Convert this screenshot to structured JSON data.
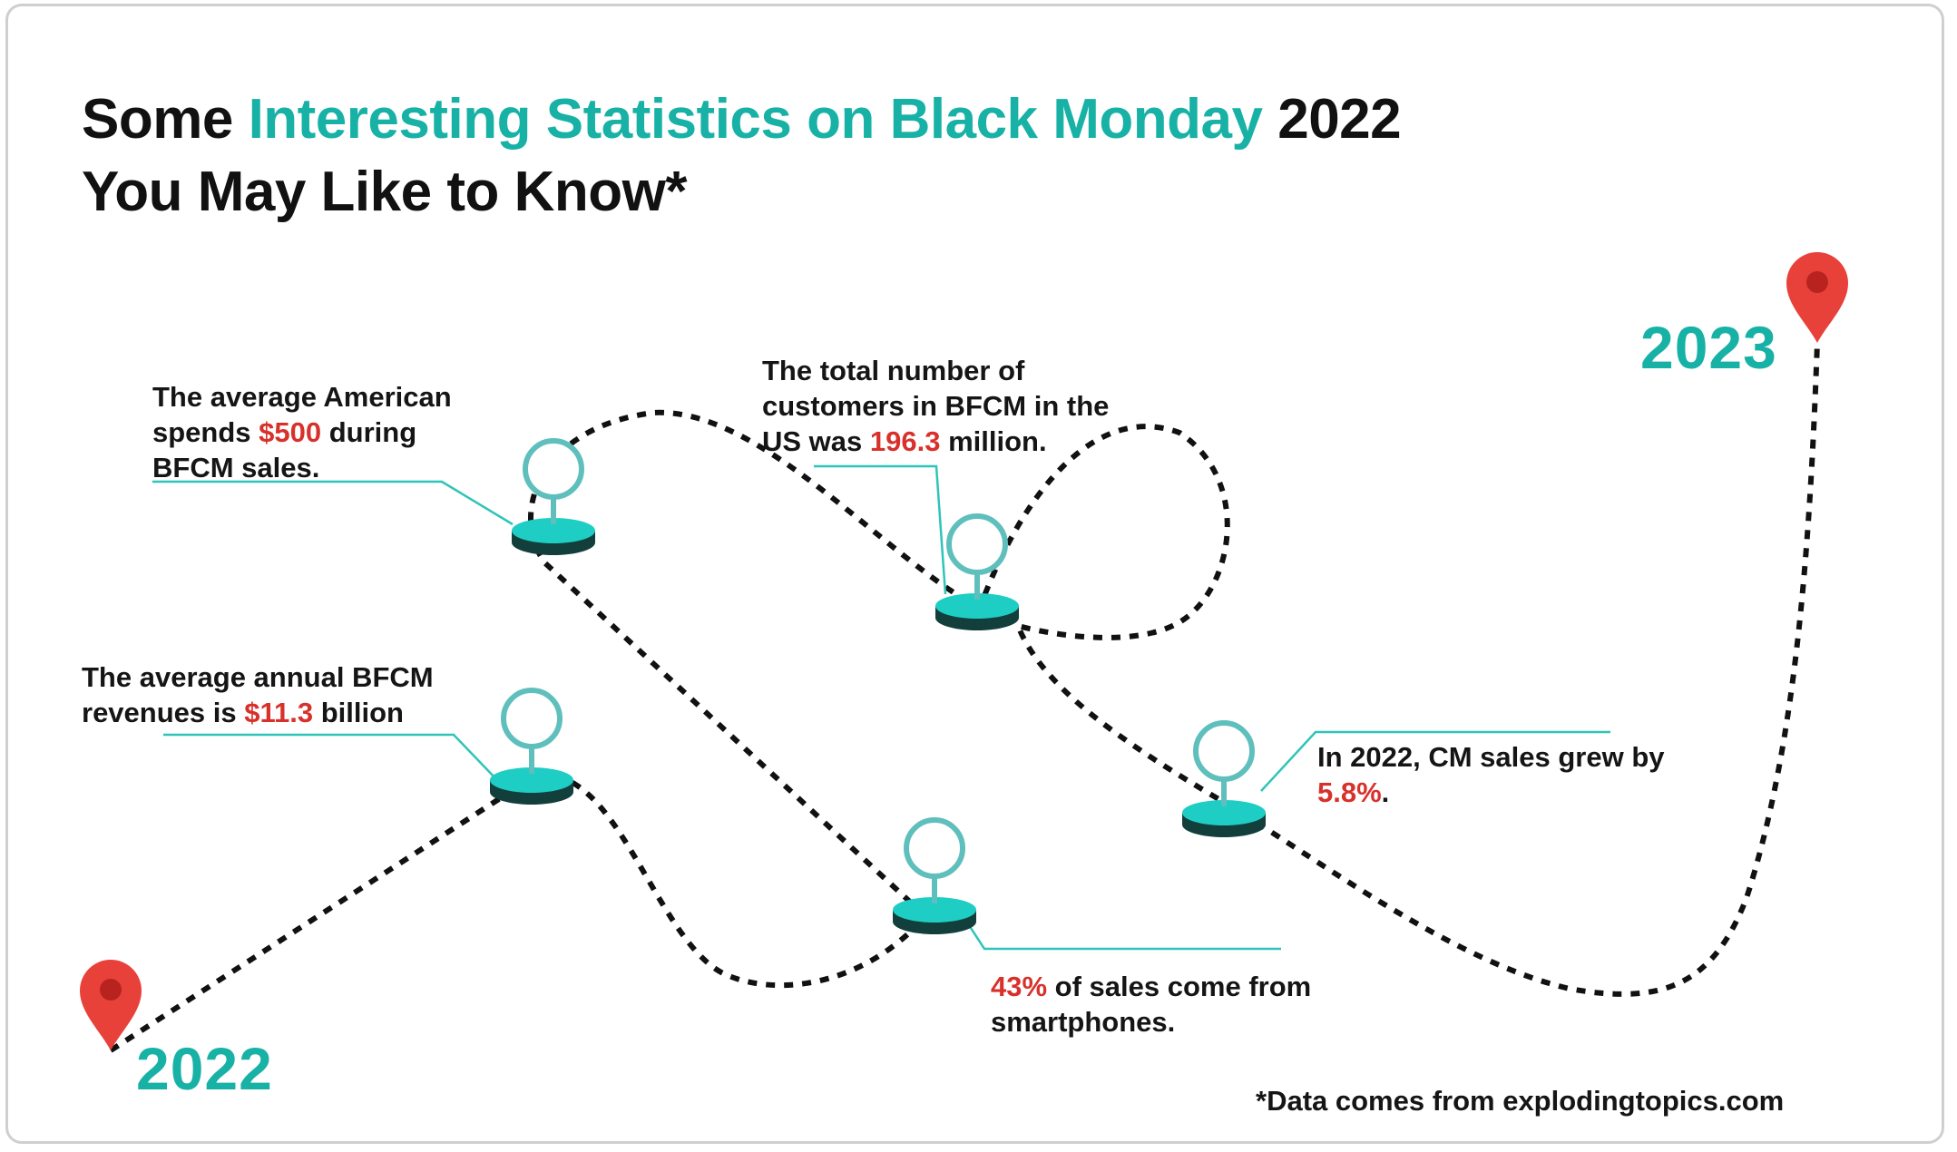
{
  "title": {
    "part1": "Some ",
    "accent": "Interesting Statistics on Black Monday",
    "part2": " 2022",
    "line2": "You May Like to Know*"
  },
  "start_year": "2022",
  "end_year": "2023",
  "stats": {
    "spend": {
      "line1": "The average American",
      "pre": "spends ",
      "value": "$500",
      "post": " during",
      "line3": "BFCM sales."
    },
    "customers": {
      "line1": "The total number of",
      "line2": "customers in BFCM in the",
      "pre": "US was ",
      "value": "196.3",
      "post": " million."
    },
    "revenue": {
      "line1": "The average annual BFCM",
      "pre": "revenues is ",
      "value": "$11.3",
      "post": " billion"
    },
    "growth": {
      "line1": "In 2022, CM sales grew by",
      "value": "5.8%",
      "post": "."
    },
    "smartphones": {
      "value": "43%",
      "post": " of sales come from",
      "line2": "smartphones."
    }
  },
  "footnote": "*Data comes from explodingtopics.com",
  "colors": {
    "accent": "#18b1a6",
    "highlight": "#d8312c",
    "pin": "#e8413a",
    "path": "#111111"
  }
}
